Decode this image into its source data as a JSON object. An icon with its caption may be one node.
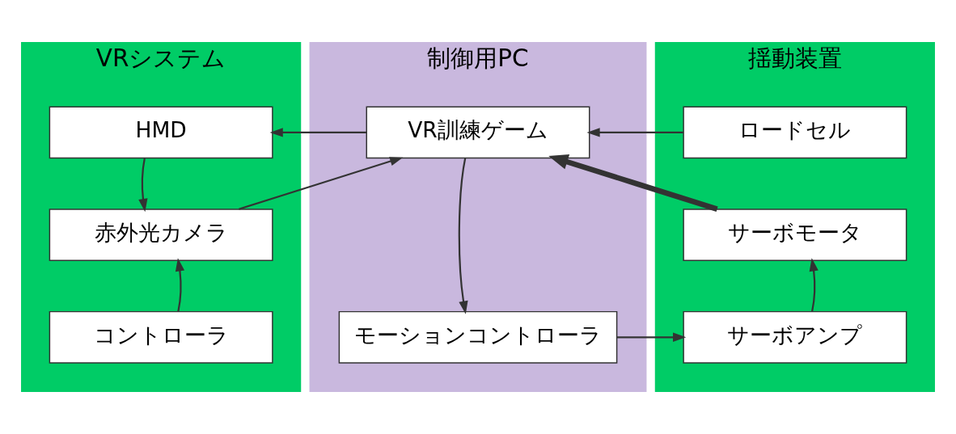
{
  "diagram": {
    "nodes": [
      {
        "text": [
          "VRシステム"
        ]
      },
      {
        "text": [
          "HMD"
        ],
        "in": 0
      },
      {
        "text": [
          "赤外光カメラ"
        ],
        "in": 0
      },
      {
        "text": [
          "コントローラ"
        ],
        "in": 0
      },
      {
        "text": [
          "制御用PC"
        ]
      },
      {
        "text": [
          "VR訓練ゲーム"
        ],
        "in": 4
      },
      {
        "text": [
          "モーションコントローラ"
        ],
        "in": 4
      },
      {
        "text": [
          "揺動装置"
        ]
      },
      {
        "text": [
          "ロードセル"
        ],
        "in": 7
      },
      {
        "text": [
          "サーボモータ"
        ],
        "in": 7
      },
      {
        "text": [
          "サーボアンプ"
        ],
        "in": 7
      }
    ],
    "edges": [
      {
        "from": 5,
        "to": 1,
        "arrow": "to"
      },
      {
        "from": 1,
        "to": 2,
        "arrow": "to"
      },
      {
        "from": 3,
        "to": 2,
        "arrow": "to"
      },
      {
        "from": 2,
        "to": 5,
        "arrow": "to"
      },
      {
        "from": 8,
        "to": 5,
        "arrow": "to"
      },
      {
        "from": 9,
        "to": 5,
        "arrow": "to",
        "style": "thick"
      },
      {
        "from": 5,
        "to": 6,
        "arrow": "to"
      },
      {
        "from": 6,
        "to": 10,
        "arrow": "to"
      },
      {
        "from": 10,
        "to": 9,
        "arrow": "to"
      }
    ]
  }
}
